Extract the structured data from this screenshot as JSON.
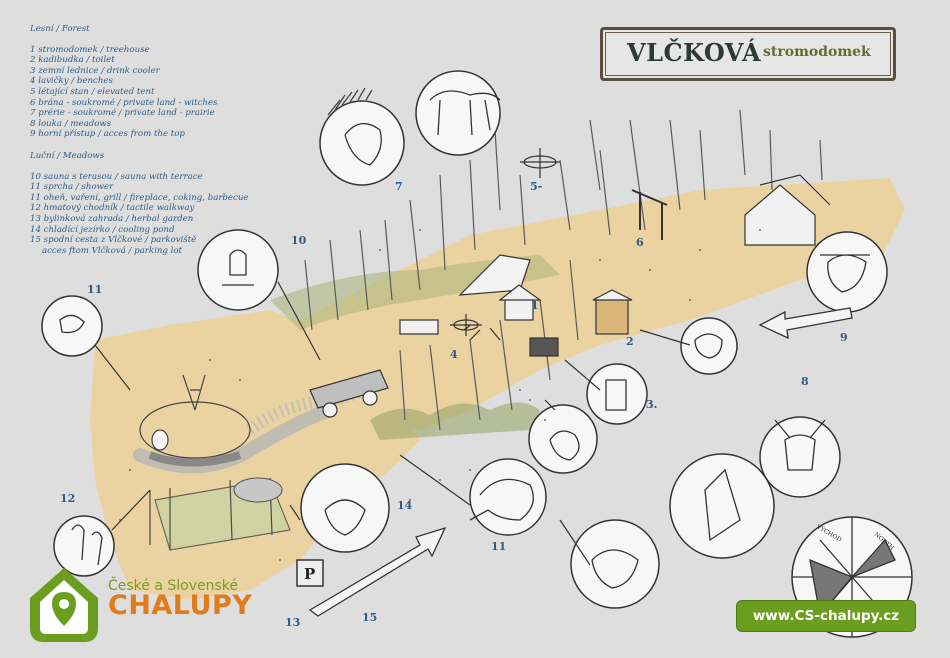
{
  "title": {
    "main": "VLČKOVÁ",
    "sub": "stromodomek"
  },
  "legend": {
    "forest_heading": "Lesní / Forest",
    "forest_items": [
      "1 stromodomek / treehouse",
      "2 kadibudka / toilet",
      "3 zemní lednice / drink cooler",
      "4 lavičky / benches",
      "5 létající stan / elevated tent",
      "6 brána - soukromé / private land - witches",
      "7 prérie - soukromé / private land - prairie",
      "8 louka / meadows",
      "9 horní přístup / acces from the top"
    ],
    "meadow_heading": "Luční / Meadows",
    "meadow_items": [
      "10 sauna s terasou / sauna with terrace",
      "11 sprcha / shower",
      "11 oheň, vaření, grill / fireplace, coking, barbecue",
      "12 hmatový chodník / tactile walkway",
      "13 bylinková zahrada / herbal garden",
      "14 chladící jezírko / cooling pond",
      "15 spodní cesta z Vlčkové / parkoviště"
    ],
    "meadow_continuation": "acces ftom Vlčková / parking lot"
  },
  "map_numbers": {
    "n1": "1",
    "n2": "2",
    "n3": "3.",
    "n4": "4",
    "n5": "5-",
    "n6": "6",
    "n7": "7",
    "n8": "8",
    "n9": "9",
    "n10": "10",
    "n11a": "11",
    "n11b": "11",
    "n12": "12",
    "n13": "13",
    "n14": "14",
    "n15": "15"
  },
  "compass": {
    "vychod": "VÝCHOD",
    "sever": "NORTH"
  },
  "parking_sign": "P",
  "logo": {
    "line1": "České a Slovenské",
    "line2": "CHALUPY"
  },
  "url": "www.CS-chalupy.cz",
  "colors": {
    "background": "#dedede",
    "sand": "#e8cf9a",
    "ink": "#2e5b8a",
    "brand_green": "#6b9e1f",
    "brand_orange": "#e07d1a"
  }
}
